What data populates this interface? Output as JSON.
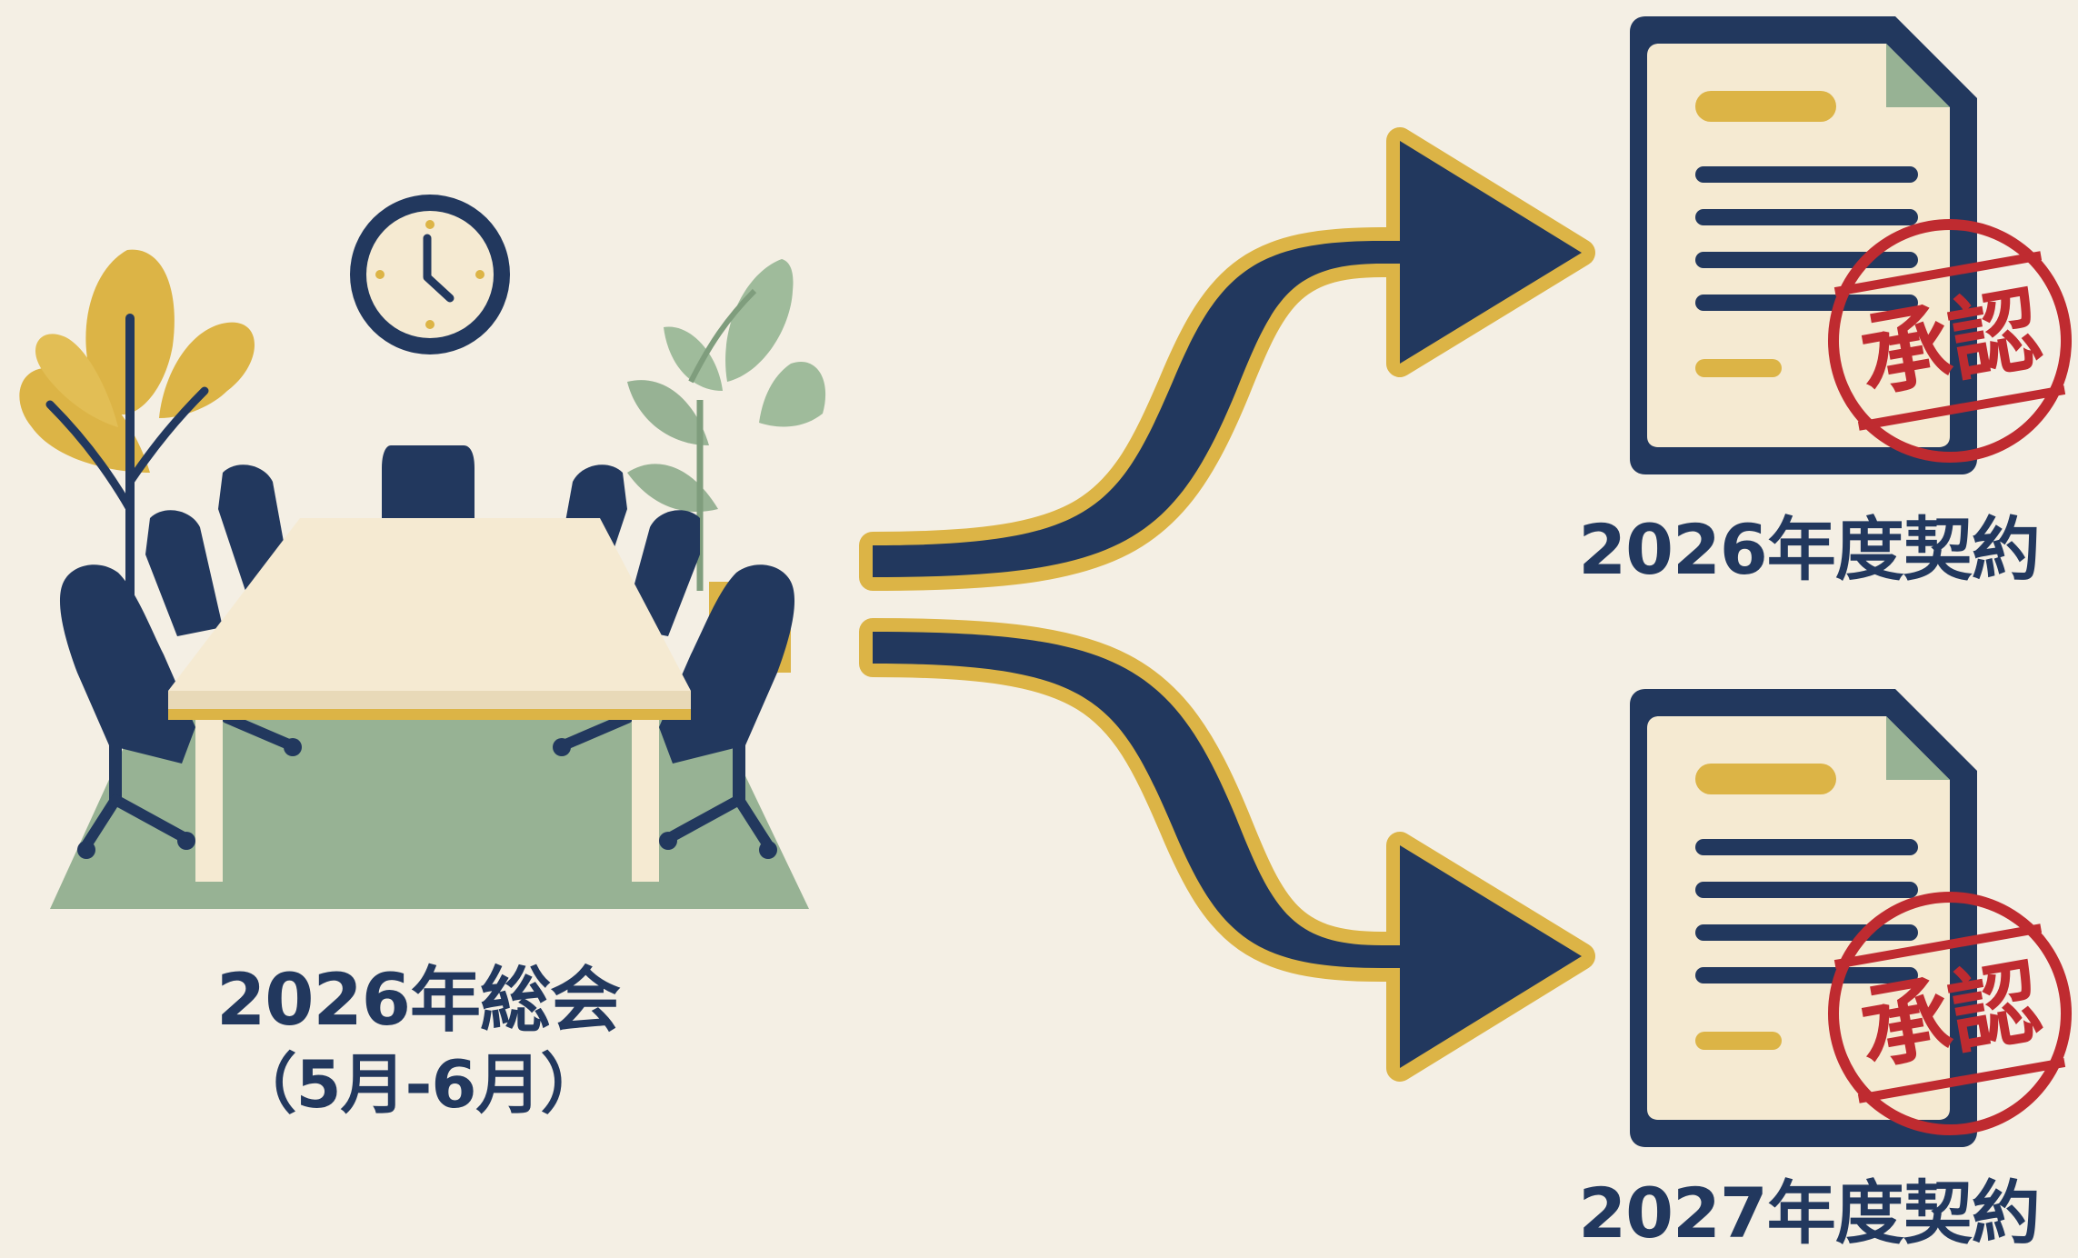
{
  "meeting": {
    "title": "2026年総会",
    "period": "（5月-6月）"
  },
  "contracts": [
    {
      "label": "2026年度契約",
      "stamp": "承認"
    },
    {
      "label": "2027年度契約",
      "stamp": "承認"
    }
  ],
  "colors": {
    "background": "#f4efe4",
    "navy": "#22385e",
    "mustard": "#dcb446",
    "sage": "#97b294",
    "cream": "#f5ead2",
    "stamp_red": "#bf2b30"
  }
}
